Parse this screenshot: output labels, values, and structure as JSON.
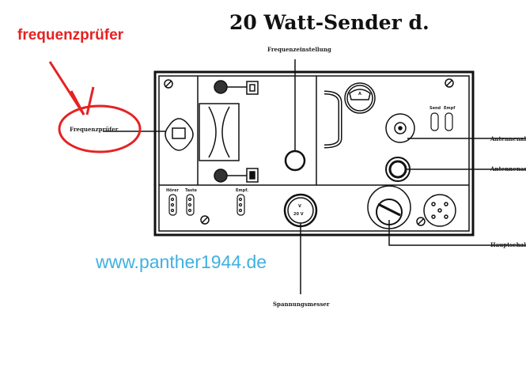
{
  "title": "20 Watt-Sender d.",
  "annotation": "frequenzprüfer",
  "watermark": "www.panther1944.de",
  "labels": {
    "frequenzpruefer": "Frequenzprüfer",
    "frequenzeinstellung": "Frequenzeinstellung",
    "antenne_1": "Antennenab",
    "antenne_2": "Antennenank",
    "hauptschalter": "Hauptschal",
    "spannungsmesser": "Spannungsmesser"
  },
  "panel_labels": {
    "hoerer": "Hörer",
    "taste": "Taste",
    "empf": "Empf.",
    "send": "Send",
    "empf2": "Empf",
    "meter_a": "A",
    "meter_v": "V",
    "meter_scale": "20 V"
  },
  "colors": {
    "annotation": "#e52222",
    "watermark": "#3fb0e0"
  }
}
